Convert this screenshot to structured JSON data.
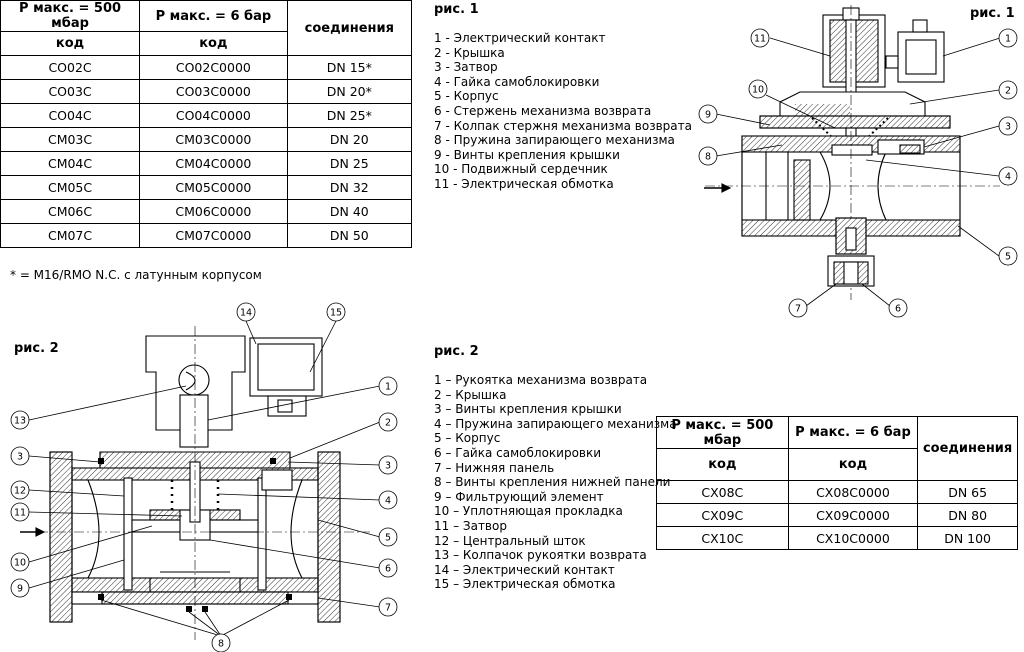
{
  "table1": {
    "headers": {
      "col1": "P макс. = 500 мбар",
      "col2": "P макс. = 6 бар",
      "col3": "соединения",
      "code1": "код",
      "code2": "код"
    },
    "rows": [
      [
        "CO02C",
        "CO02C0000",
        "DN 15*"
      ],
      [
        "CO03C",
        "CO03C0000",
        "DN 20*"
      ],
      [
        "CO04C",
        "CO04C0000",
        "DN 25*"
      ],
      [
        "CM03C",
        "CM03C0000",
        "DN 20"
      ],
      [
        "CM04C",
        "CM04C0000",
        "DN 25"
      ],
      [
        "CM05C",
        "CM05C0000",
        "DN 32"
      ],
      [
        "CM06C",
        "CM06C0000",
        "DN 40"
      ],
      [
        "CM07C",
        "CM07C0000",
        "DN 50"
      ]
    ],
    "note": "* = M16/RMO N.C. с латунным корпусом"
  },
  "fig1": {
    "title": "рис. 1",
    "legend": [
      "1   -  Электрический контакт",
      "2   -  Крышка",
      "3   -  Затвор",
      "4   -  Гайка самоблокировки",
      "5   -  Корпус",
      "6   -  Стержень механизма возврата",
      "7   -  Колпак стержня механизма возврата",
      "8   -  Пружина запирающего механизма",
      "9   -  Винты крепления крышки",
      "10 -  Подвижный сердечник",
      "11 -  Электрическая обмотка"
    ],
    "drawing_title": "рис. 1",
    "callouts": [
      "1",
      "2",
      "3",
      "4",
      "5",
      "6",
      "7",
      "8",
      "9",
      "10",
      "11"
    ]
  },
  "fig2": {
    "title": "рис. 2",
    "legend": [
      "1 – Рукоятка механизма возврата",
      "2 – Крышка",
      "3 – Винты крепления крышки",
      "4 – Пружина запирающего механизма",
      "5 – Корпус",
      "6 – Гайка самоблокировки",
      "7 – Нижняя панель",
      "8 – Винты крепления нижней панели",
      "9 – Фильтрующий элемент",
      "10 – Уплотняющая прокладка",
      "11 – Затвор",
      "12 – Центральный шток",
      "13 – Колпачок рукоятки возврата",
      "14 – Электрический контакт",
      "15 – Электрическая обмотка"
    ],
    "drawing_title": "рис. 2",
    "callouts": [
      "1",
      "2",
      "3",
      "3",
      "4",
      "5",
      "6",
      "7",
      "8",
      "9",
      "10",
      "11",
      "12",
      "13",
      "14",
      "15"
    ]
  },
  "table2": {
    "headers": {
      "col1": "P макс. = 500 мбар",
      "col2": "P макс. = 6 бар",
      "col3": "соединения",
      "code1": "код",
      "code2": "код"
    },
    "rows": [
      [
        "CX08C",
        "CX08C0000",
        "DN 65"
      ],
      [
        "CX09C",
        "CX09C0000",
        "DN 80"
      ],
      [
        "CX10C",
        "CX10C0000",
        "DN 100"
      ]
    ]
  }
}
